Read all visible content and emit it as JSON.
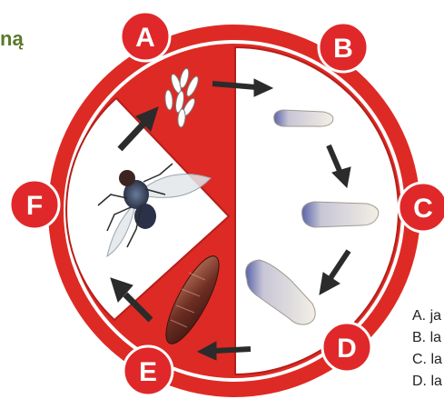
{
  "header_fragment": "ną",
  "stages": [
    {
      "label": "A",
      "content": "eggs"
    },
    {
      "label": "B",
      "content": "larva"
    },
    {
      "label": "C",
      "content": "larva"
    },
    {
      "label": "D",
      "content": "larva"
    },
    {
      "label": "E",
      "content": "pupa"
    },
    {
      "label": "F",
      "content": "adult fly"
    }
  ],
  "options": [
    "A. ja",
    "B. la",
    "C. la",
    "D. la"
  ],
  "colors": {
    "ring_red": "#de2a24",
    "badge_red": "#e0282a",
    "panel_white": "#ffffff",
    "arrow_dark": "#2b2b2b"
  }
}
